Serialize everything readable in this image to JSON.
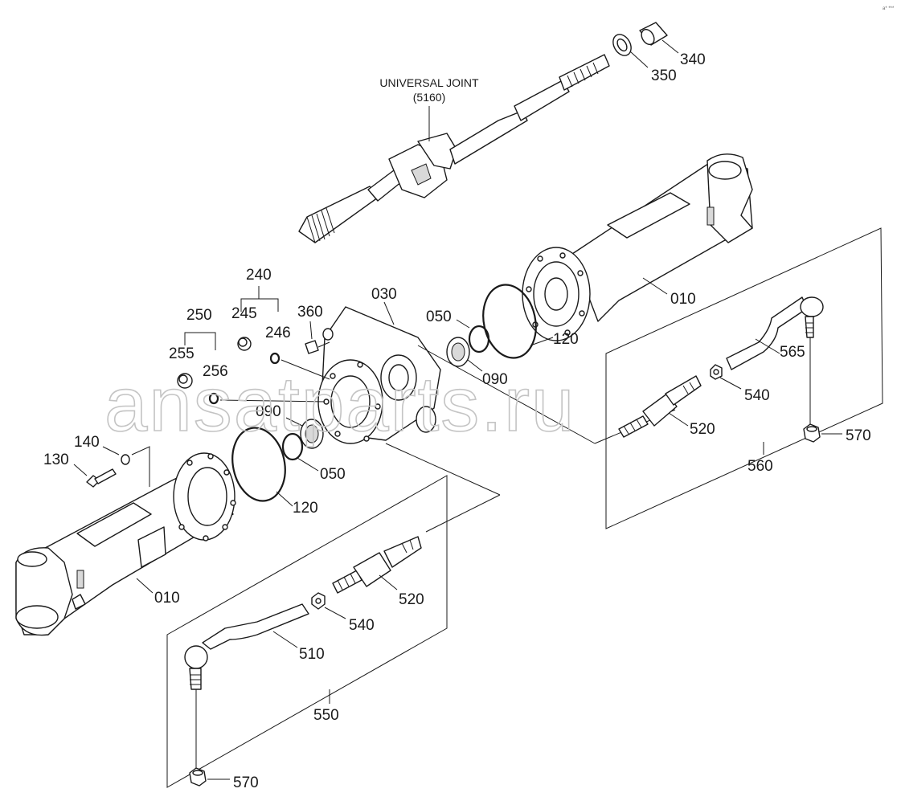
{
  "diagram": {
    "title_line1": "UNIVERSAL JOINT",
    "title_line2": "(5160)",
    "watermark": "ansatparts.ru",
    "corner_mark": "a* ***",
    "labels": {
      "l340": "340",
      "l350": "350",
      "l010_right": "010",
      "l030": "030",
      "l050_top": "050",
      "l120_top": "120",
      "l090_top": "090",
      "l240": "240",
      "l245": "245",
      "l246": "246",
      "l360": "360",
      "l250": "250",
      "l255": "255",
      "l256": "256",
      "l090_left": "090",
      "l050_left": "050",
      "l120_left": "120",
      "l140": "140",
      "l130": "130",
      "l010_left": "010",
      "l565": "565",
      "l540_right": "540",
      "l520_right": "520",
      "l570_right": "570",
      "l560": "560",
      "l520_left": "520",
      "l540_left": "540",
      "l510": "510",
      "l550": "550",
      "l570_left": "570"
    }
  }
}
